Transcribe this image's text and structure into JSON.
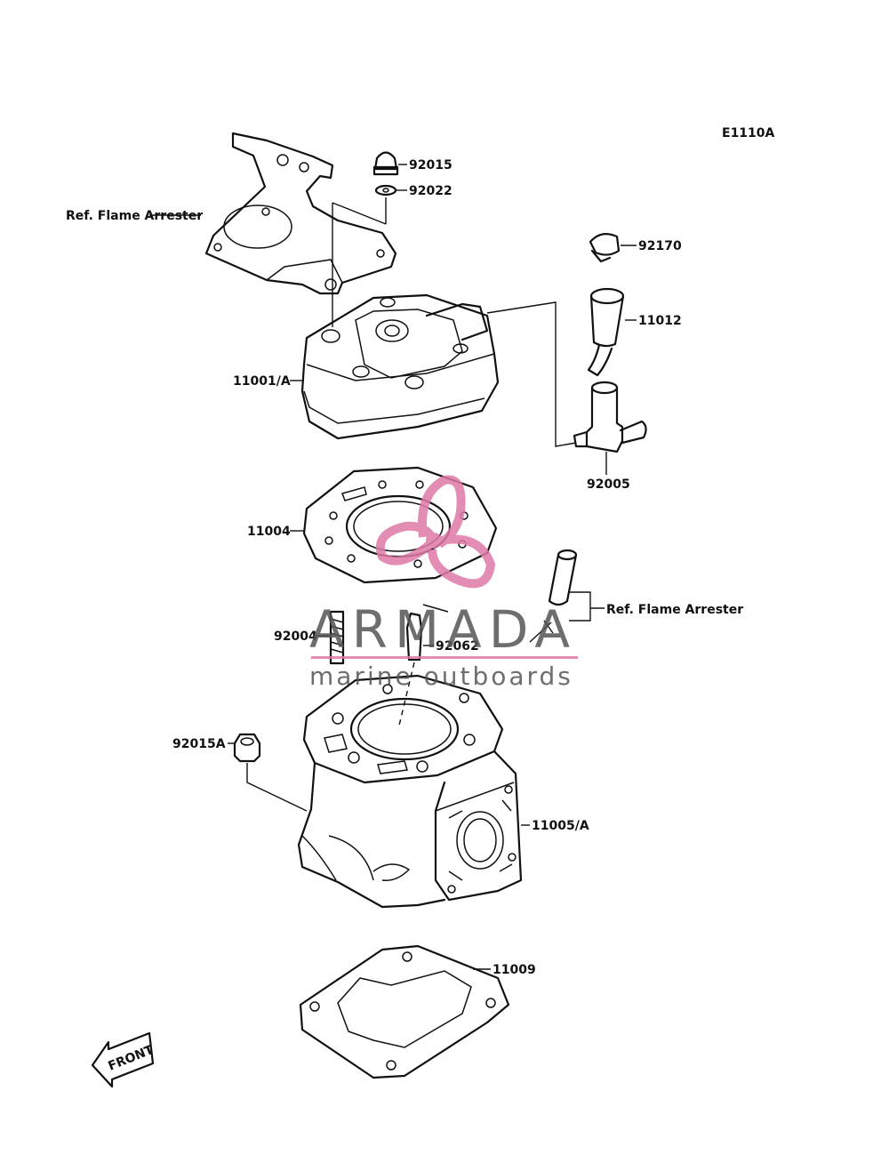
{
  "diagram_code": "E1110A",
  "labels": {
    "ref_flame_arrester_top": "Ref. Flame Arrester",
    "p92015": "92015",
    "p92022": "92022",
    "p92170": "92170",
    "p11012": "11012",
    "p11001": "11001/A",
    "p92005": "92005",
    "p11004": "11004",
    "ref_flame_arrester_right": "Ref. Flame Arrester",
    "p92004": "92004",
    "p92062": "92062",
    "p92015A": "92015A",
    "p11005": "11005/A",
    "p11009": "11009"
  },
  "front_arrow": {
    "text": "FRONT"
  },
  "watermark": {
    "brand": "ARMADA",
    "tagline": "marine outboards",
    "logo_color": "#e07aa8",
    "text_color": "#555555"
  }
}
